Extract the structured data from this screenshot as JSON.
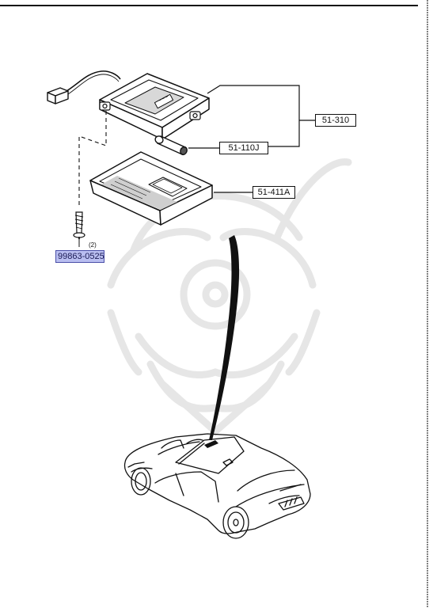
{
  "callouts": {
    "lamp_assembly": "51-310",
    "bulb": "51-110J",
    "lens": "51-411A",
    "screw": "99863-0525"
  },
  "screw_quantity": "(2)",
  "colors": {
    "line": "#111111",
    "highlight_fill": "#b9bef0",
    "highlight_border": "#4a4fa8",
    "watermark": "#e9e9e9"
  }
}
